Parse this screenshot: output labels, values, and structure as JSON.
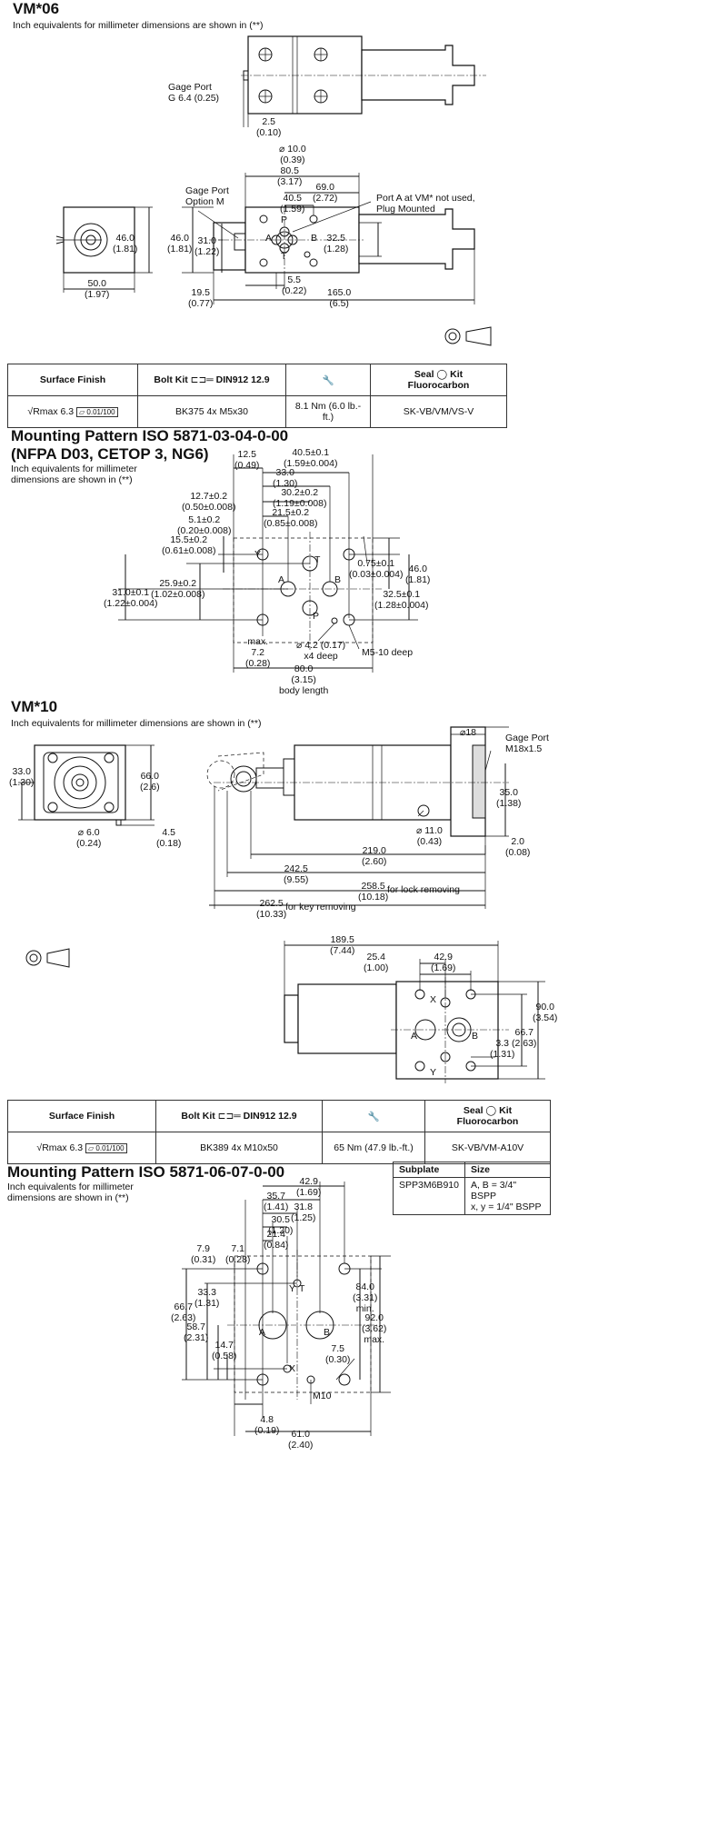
{
  "s1": {
    "title": "VM*06",
    "note": "Inch equivalents for millimeter dimensions are shown in (**)",
    "gage_port": "Gage Port\nG 6.4 (0.25)",
    "gage_port_m": "Gage Port\nOption M",
    "port_a_note": "Port A at VM* not used,\nPlug Mounted",
    "dims": {
      "d25": "2.5\n(0.10)",
      "d10": "⌀ 10.0\n(0.39)",
      "d805": "80.5\n(3.17)",
      "d69": "69.0\n(2.72)",
      "d405": "40.5\n(1.59)",
      "d46a": "46.0\n(1.81)",
      "d46b": "46.0\n(1.81)",
      "d31": "31.0\n(1.22)",
      "d325": "32.5\n(1.28)",
      "d55": "5.5\n(0.22)",
      "d50": "50.0\n(1.97)",
      "d195": "19.5\n(0.77)",
      "d165": "165.0\n(6.5)"
    },
    "ports": {
      "p": "P",
      "a": "A",
      "b": "B",
      "t": "T"
    },
    "table": {
      "h_surface": "Surface Finish",
      "h_bolt": "Bolt Kit",
      "h_bolt_std": "DIN912 12.9",
      "h_seal": "Seal",
      "h_kit": "Kit",
      "h_fluoro": "Fluorocarbon",
      "r_surface": "Rmax 6.3",
      "r_flat": "0.01/100",
      "r_bolt": "BK375 4x M5x30",
      "r_torque": "8.1 Nm (6.0 lb.-ft.)",
      "r_seal": "SK-VB/VM/VS-V"
    }
  },
  "s2": {
    "title": "Mounting Pattern ISO 5871-03-04-0-00",
    "title2": "(NFPA D03, CETOP 3, NG6)",
    "note": "Inch equivalents for millimeter\ndimensions are shown in (**)",
    "dims": {
      "d125": "12.5\n(0.49)",
      "d405": "40.5±0.1\n(1.59±0.004)",
      "d33": "33.0\n(1.30)",
      "d127": "12.7±0.2\n(0.50±0.008)",
      "d302": "30.2±0.2\n(1.19±0.008)",
      "d51": "5.1±0.2\n(0.20±0.008)",
      "d215": "21.5±0.2\n(0.85±0.008)",
      "d155": "15.5±0.2\n(0.61±0.008)",
      "d259": "25.9±0.2\n(1.02±0.008)",
      "d31": "31.0±0.1\n(1.22±0.004)",
      "d075": "0.75±0.1\n(0.03±0.004)",
      "d46": "46.0\n(1.81)",
      "d325": "32.5±0.1\n(1.28±0.004)",
      "dmax": "max.\n7.2\n(0.28)",
      "d42": "⌀ 4.2 (0.17)\nx4 deep",
      "dm5": "M5-10 deep",
      "d80": "80.0\n(3.15)\nbody length"
    },
    "ports": {
      "p": "P",
      "a": "A",
      "b": "B",
      "t": "T",
      "y": "Y"
    }
  },
  "s3": {
    "title": "VM*10",
    "note": "Inch equivalents for millimeter dimensions are shown in (**)",
    "gage_port": "Gage Port\nM18x1.5",
    "dims": {
      "d33": "33.0\n(1.30)",
      "d66": "66.0\n(2.6)",
      "d6": "⌀ 6.0\n(0.24)",
      "d45": "4.5\n(0.18)",
      "d18": "⌀18",
      "d35": "35.0\n(1.38)",
      "d11": "⌀ 11.0\n(0.43)",
      "d2": "2.0\n(0.08)",
      "d219": "219.0\n(2.60)",
      "d2425": "242.5\n(9.55)",
      "d2585": "258.5\n(10.18)",
      "d2625": "262.5\n(10.33)",
      "lock": "for lock removing",
      "key": "for key removing",
      "d1895": "189.5\n(7.44)",
      "d254": "25.4\n(1.00)",
      "d429": "42.9\n(1.69)",
      "d90": "90.0\n(3.54)",
      "d667": "66.7\n(2.63)",
      "d33b": "3.3\n(1.31)"
    },
    "ports": {
      "x": "X",
      "a": "A",
      "b": "B",
      "y": "Y"
    },
    "table": {
      "h_surface": "Surface Finish",
      "h_bolt": "Bolt Kit",
      "h_bolt_std": "DIN912 12.9",
      "h_seal": "Seal",
      "h_kit": "Kit",
      "h_fluoro": "Fluorocarbon",
      "r_surface": "Rmax 6.3",
      "r_flat": "0.01/100",
      "r_bolt": "BK389 4x M10x50",
      "r_torque": "65 Nm (47.9 lb.-ft.)",
      "r_seal": "SK-VB/VM-A10V"
    }
  },
  "s4": {
    "title": "Mounting Pattern ISO 5871-06-07-0-00",
    "note": "Inch equivalents for millimeter\ndimensions are shown in (**)",
    "subplate": {
      "h1": "Subplate",
      "h2": "Size",
      "c1": "SPP3M6B910",
      "c2": "A, B = 3/4\" BSPP",
      "c3": "x, y = 1/4\" BSPP"
    },
    "dims": {
      "d429": "42.9\n(1.69)",
      "d357": "35.7\n(1.41)",
      "d318": "31.8\n(1.25)",
      "d305": "30.5\n(1.20)",
      "d214": "21.4\n(0.84)",
      "d79": "7.9\n(0.31)",
      "d71": "7.1\n(0.28)",
      "d333": "33.3\n(1.31)",
      "d667": "66.7\n(2.63)",
      "d587": "58.7\n(2.31)",
      "d147": "14.7\n(0.58)",
      "d84": "84.0\n(3.31)\nmin.",
      "d92": "92.0\n(3.62)\nmax.",
      "d75": "7.5\n(0.30)",
      "d48": "4.8\n(0.19)",
      "d61": "61.0\n(2.40)",
      "m10": "M10"
    },
    "ports": {
      "a": "A",
      "b": "B",
      "x": "X",
      "y": "Y",
      "t": "T"
    }
  }
}
